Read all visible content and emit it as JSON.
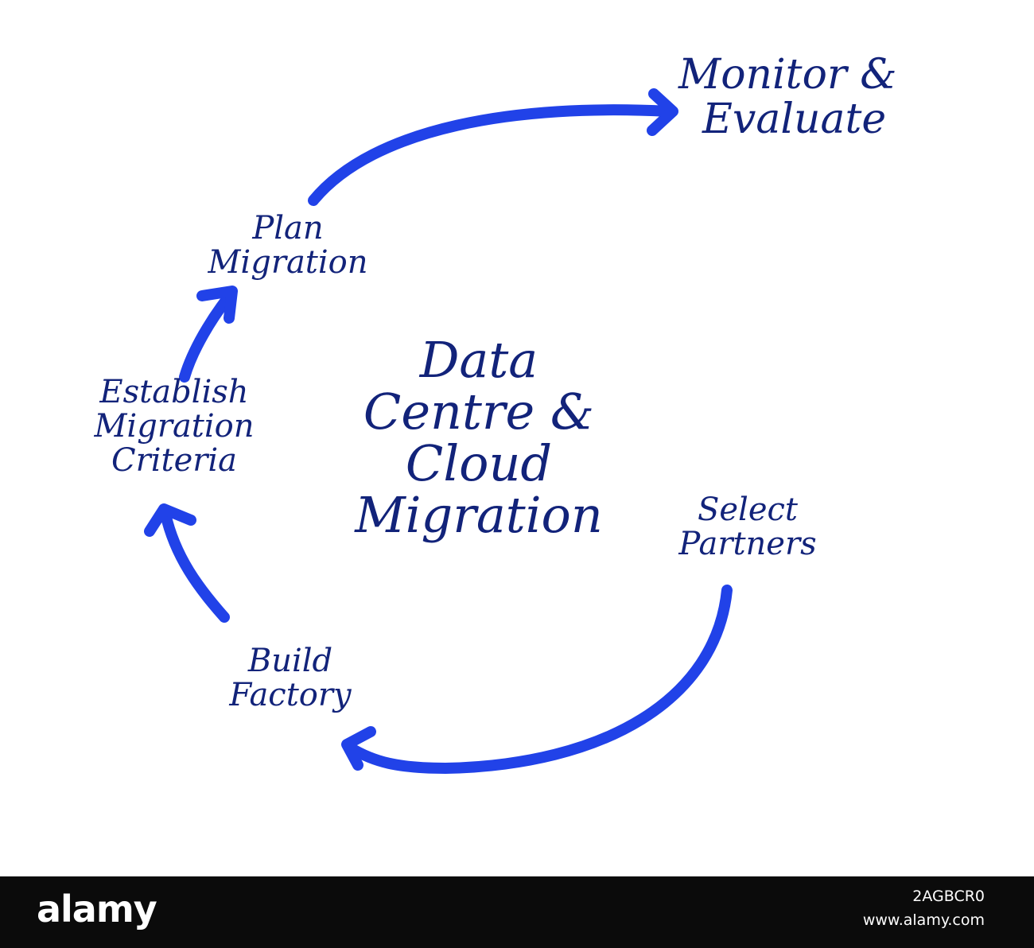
{
  "diagram": {
    "title_lines": [
      "Data",
      "Centre &",
      "Cloud",
      "Migration"
    ],
    "steps": {
      "monitor": [
        "Monitor &",
        "Evaluate"
      ],
      "plan": [
        "Plan",
        "Migration"
      ],
      "establish": [
        "Establish",
        "Migration",
        "Criteria"
      ],
      "select": [
        "Select",
        "Partners"
      ],
      "build": [
        "Build",
        "Factory"
      ]
    },
    "colors": {
      "text": "#12237a",
      "arrow": "#2142e8",
      "background": "#ffffff"
    }
  },
  "footer": {
    "brand": "alamy",
    "image_id": "2AGBCR0",
    "site": "www.alamy.com",
    "background": "#0b0b0b"
  }
}
